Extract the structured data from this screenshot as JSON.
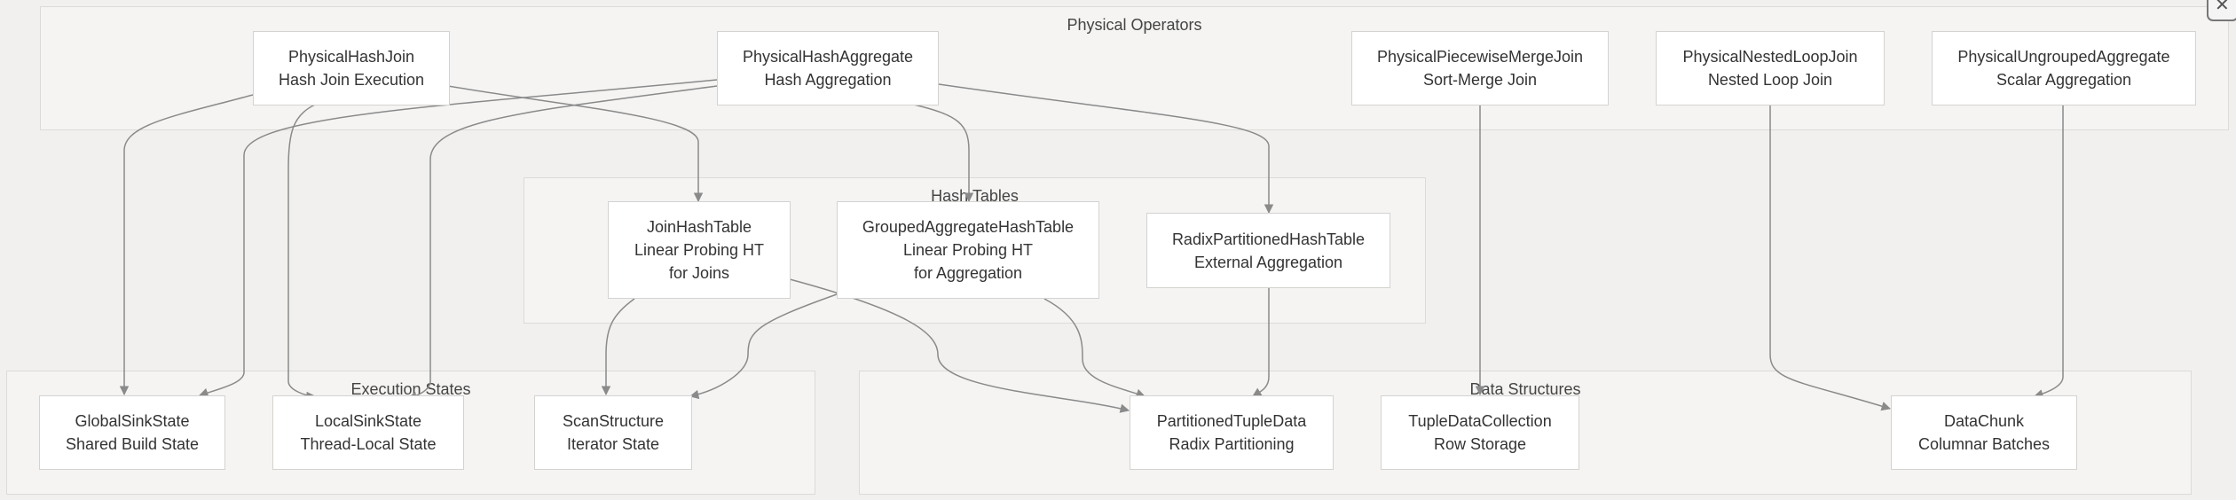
{
  "groups": {
    "physical_operators": "Physical Operators",
    "hash_tables": "Hash Tables",
    "execution_states": "Execution States",
    "data_structures": "Data Structures"
  },
  "nodes": {
    "hash_join": {
      "title": "PhysicalHashJoin",
      "subtitle": "Hash Join Execution"
    },
    "hash_aggregate": {
      "title": "PhysicalHashAggregate",
      "subtitle": "Hash Aggregation"
    },
    "piecewise_merge_join": {
      "title": "PhysicalPiecewiseMergeJoin",
      "subtitle": "Sort-Merge Join"
    },
    "nested_loop_join": {
      "title": "PhysicalNestedLoopJoin",
      "subtitle": "Nested Loop Join"
    },
    "ungrouped_aggregate": {
      "title": "PhysicalUngroupedAggregate",
      "subtitle": "Scalar Aggregation"
    },
    "join_hash_table": {
      "title": "JoinHashTable",
      "line2": "Linear Probing HT",
      "line3": "for Joins"
    },
    "grouped_aggregate_ht": {
      "title": "GroupedAggregateHashTable",
      "line2": "Linear Probing HT",
      "line3": "for Aggregation"
    },
    "radix_partitioned_ht": {
      "title": "RadixPartitionedHashTable",
      "subtitle": "External Aggregation"
    },
    "global_sink_state": {
      "title": "GlobalSinkState",
      "subtitle": "Shared Build State"
    },
    "local_sink_state": {
      "title": "LocalSinkState",
      "subtitle": "Thread-Local State"
    },
    "scan_structure": {
      "title": "ScanStructure",
      "subtitle": "Iterator State"
    },
    "partitioned_tuple_data": {
      "title": "PartitionedTupleData",
      "subtitle": "Radix Partitioning"
    },
    "tuple_data_collection": {
      "title": "TupleDataCollection",
      "subtitle": "Row Storage"
    },
    "data_chunk": {
      "title": "DataChunk",
      "subtitle": "Columnar Batches"
    }
  },
  "edges": [
    {
      "from": "PhysicalHashJoin",
      "to": "JoinHashTable"
    },
    {
      "from": "PhysicalHashJoin",
      "to": "GlobalSinkState"
    },
    {
      "from": "PhysicalHashJoin",
      "to": "LocalSinkState"
    },
    {
      "from": "PhysicalHashAggregate",
      "to": "GroupedAggregateHashTable"
    },
    {
      "from": "PhysicalHashAggregate",
      "to": "RadixPartitionedHashTable"
    },
    {
      "from": "PhysicalHashAggregate",
      "to": "GlobalSinkState"
    },
    {
      "from": "PhysicalHashAggregate",
      "to": "LocalSinkState"
    },
    {
      "from": "JoinHashTable",
      "to": "ScanStructure"
    },
    {
      "from": "JoinHashTable",
      "to": "PartitionedTupleData"
    },
    {
      "from": "GroupedAggregateHashTable",
      "to": "PartitionedTupleData"
    },
    {
      "from": "GroupedAggregateHashTable",
      "to": "ScanStructure"
    },
    {
      "from": "RadixPartitionedHashTable",
      "to": "PartitionedTupleData"
    },
    {
      "from": "PhysicalPiecewiseMergeJoin",
      "to": "TupleDataCollection"
    },
    {
      "from": "PhysicalNestedLoopJoin",
      "to": "DataChunk"
    },
    {
      "from": "PhysicalUngroupedAggregate",
      "to": "DataChunk"
    }
  ],
  "colors": {
    "edge": "#8a8a8a",
    "node_fill": "#ffffff",
    "node_border": "#d4d3d0",
    "group_border": "#dcdbd8",
    "background": "#f1f0ee"
  },
  "icons": {
    "corner": "close-icon"
  }
}
